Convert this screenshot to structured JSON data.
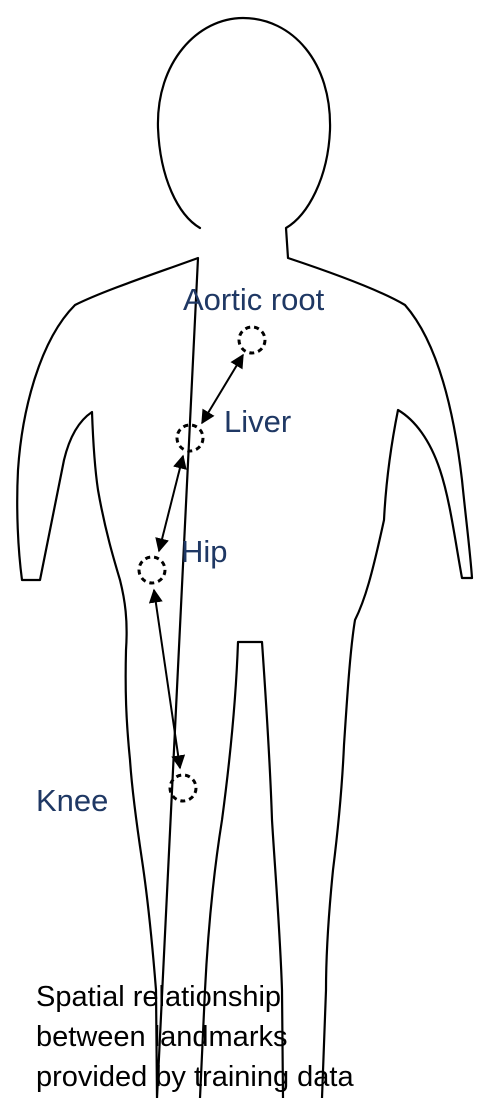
{
  "landmarks": {
    "aortic_root": "Aortic root",
    "liver": "Liver",
    "hip": "Hip",
    "knee": "Knee"
  },
  "caption": {
    "line1": "Spatial relationship",
    "line2": "between landmarks",
    "line3": "provided by training data"
  },
  "colors": {
    "label": "#1f3864",
    "outline": "#000000",
    "background": "#ffffff"
  }
}
